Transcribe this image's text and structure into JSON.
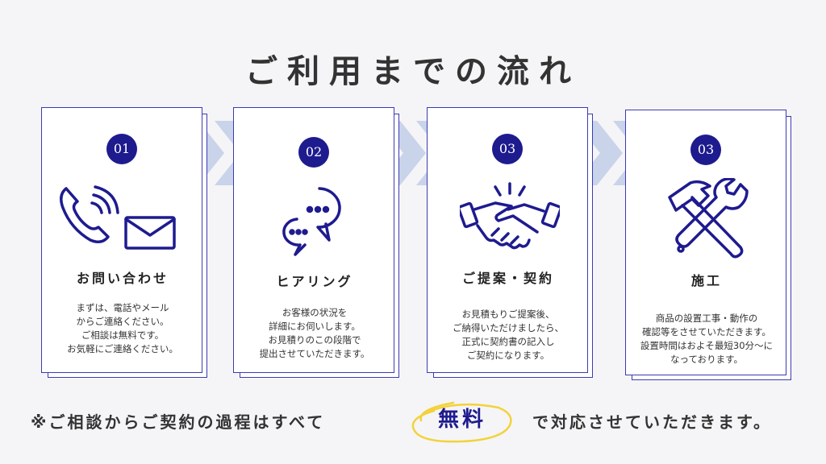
{
  "title": "ご利用までの流れ",
  "colors": {
    "accent": "#1e1b8f",
    "border": "#3b3bb5",
    "chevron": "#c9d3ea",
    "highlight": "#f3d23a"
  },
  "steps": [
    {
      "number": "01",
      "title": "お問い合わせ",
      "icon": "phone-and-envelope-icon",
      "desc": "まずは、電話やメール\nからご連絡ください。\nご相談は無料です。\nお気軽にご連絡ください。"
    },
    {
      "number": "02",
      "title": "ヒアリング",
      "icon": "speech-bubbles-icon",
      "desc": "お客様の状況を\n詳細にお伺いします。\nお見積りのこの段階で\n提出させていただきます。"
    },
    {
      "number": "03",
      "title": "ご提案・契約",
      "icon": "handshake-icon",
      "desc": "お見積もりご提案後、\nご納得いただけましたら、\n正式に契約書の記入し\nご契約になります。"
    },
    {
      "number": "03",
      "title": "施工",
      "icon": "hammer-wrench-icon",
      "desc": "商品の設置工事・動作の\n確認等をさせていただきます。\n設置時間はおよそ最短30分〜に\nなっております。"
    }
  ],
  "footer": {
    "prefix": "※ご相談からご契約の過程はすべて",
    "highlight": "無料",
    "suffix": "で対応させていただきます。"
  }
}
